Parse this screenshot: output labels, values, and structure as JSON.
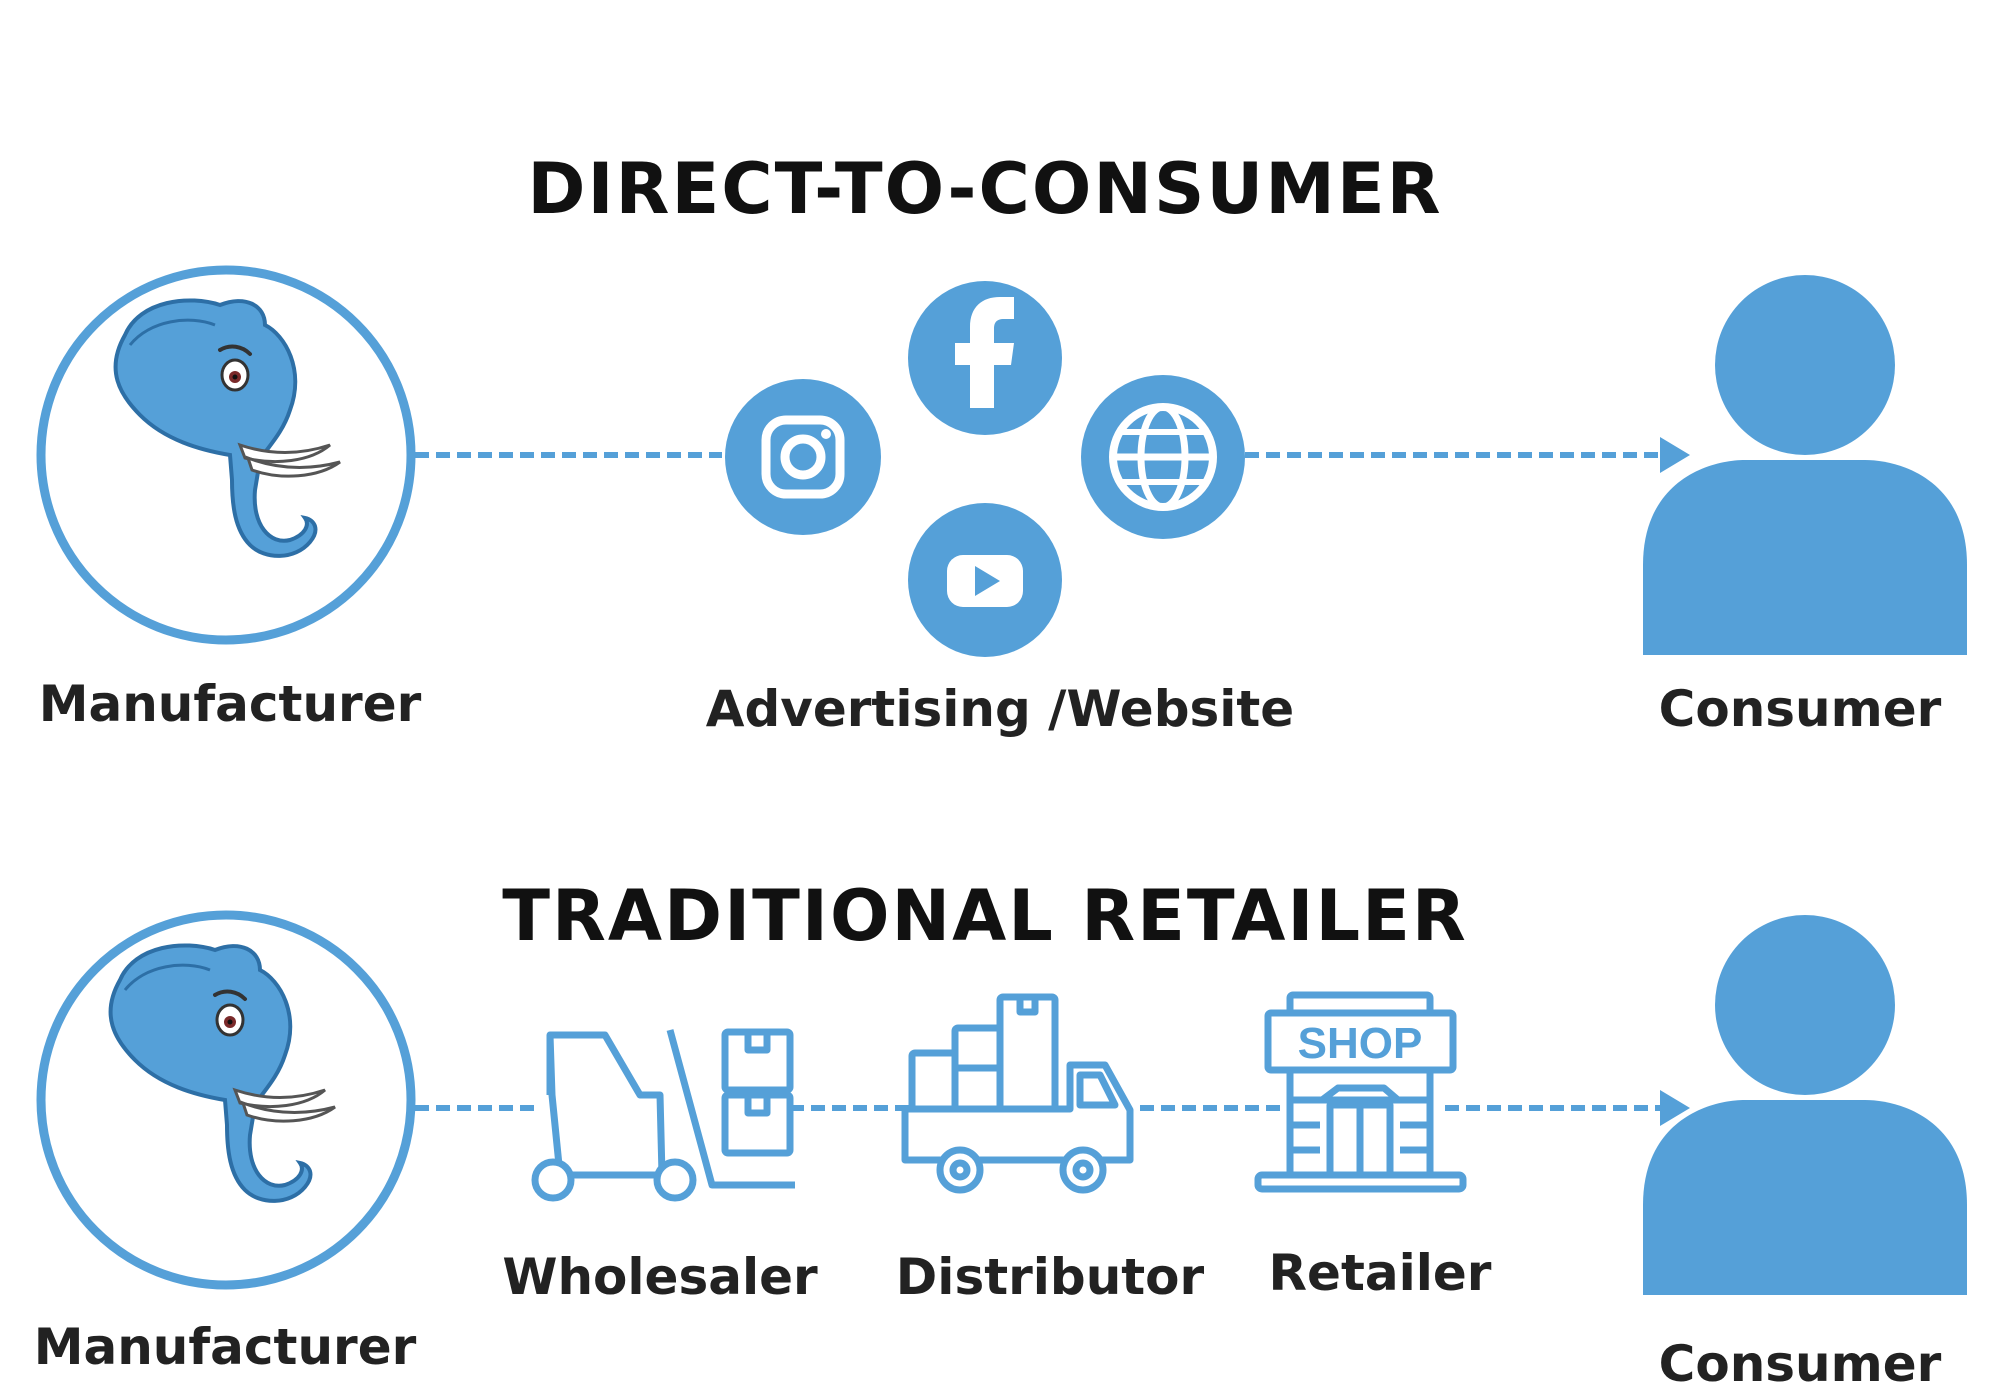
{
  "colors": {
    "accent": "#55a0d8",
    "text": "#111111"
  },
  "dtc": {
    "title": "DIRECT-TO-CONSUMER",
    "manufacturer_label": "Manufacturer",
    "channel_label": "Advertising /Website",
    "consumer_label": "Consumer",
    "icons": [
      "elephant-logo-icon",
      "instagram-icon",
      "facebook-icon",
      "globe-icon",
      "youtube-icon",
      "person-icon"
    ]
  },
  "traditional": {
    "title": "TRADITIONAL RETAILER",
    "manufacturer_label": "Manufacturer",
    "wholesaler_label": "Wholesaler",
    "distributor_label": "Distributor",
    "retailer_label": "Retailer",
    "consumer_label": "Consumer",
    "shop_sign": "SHOP",
    "icons": [
      "elephant-logo-icon",
      "forklift-icon",
      "truck-icon",
      "shop-icon",
      "person-icon"
    ]
  }
}
